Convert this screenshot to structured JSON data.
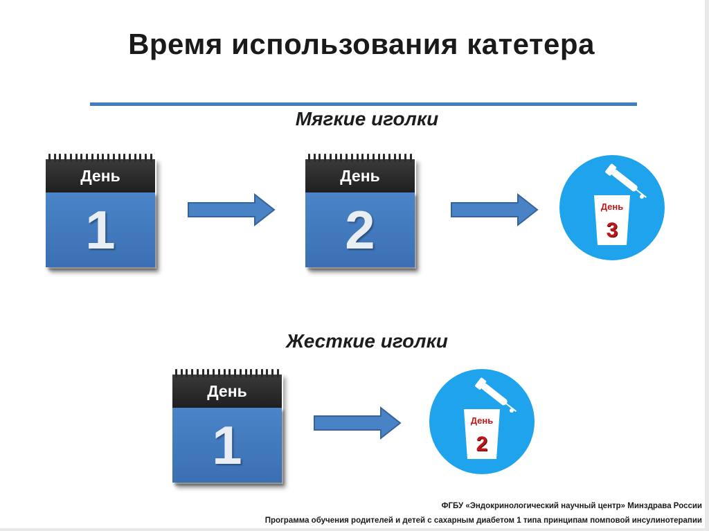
{
  "title": "Время использования катетера",
  "soft": {
    "label": "Мягкие иголки",
    "calendars": [
      {
        "header": "День",
        "number": "1"
      },
      {
        "header": "День",
        "number": "2"
      }
    ],
    "disposal": {
      "header": "День",
      "number": "3"
    }
  },
  "hard": {
    "label": "Жесткие иголки",
    "calendars": [
      {
        "header": "День",
        "number": "1"
      }
    ],
    "disposal": {
      "header": "День",
      "number": "2"
    }
  },
  "footer": {
    "line1": "ФГБУ «Эндокринологический научный центр» Минздрава России",
    "line2": "Программа обучения родителей и детей с сахарным диабетом 1 типа принципам помповой инсулинотерапии"
  },
  "colors": {
    "accent_rule": "#3f7ec2",
    "calendar_body": "#4278bc",
    "calendar_header": "#2b2b2b",
    "circle": "#1fa3ec",
    "day_number_red": "#c0161b"
  },
  "icons": [
    "calendar-icon",
    "right-arrow-icon",
    "sharps-disposal-icon"
  ]
}
